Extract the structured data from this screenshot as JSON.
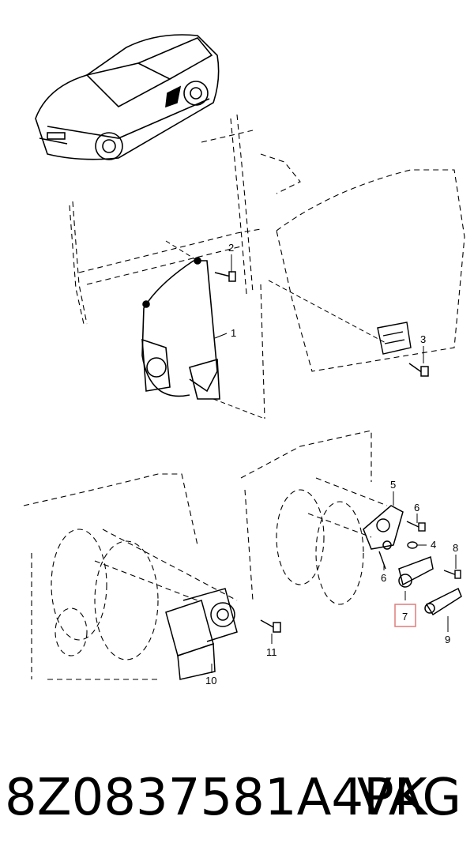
{
  "callouts": [
    "1",
    "2",
    "3",
    "4",
    "5",
    "6",
    "6",
    "7",
    "8",
    "9",
    "10",
    "11"
  ],
  "highlight_color": "#e07b7b",
  "caption": {
    "part_number": "8Z0837581A4PK",
    "brand": "VAG"
  }
}
